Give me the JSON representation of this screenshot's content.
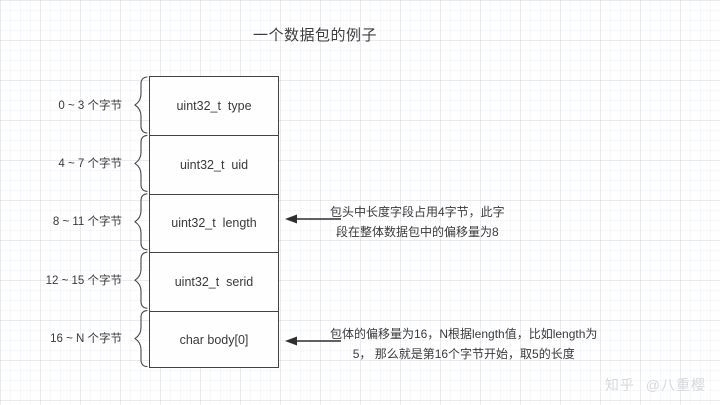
{
  "title": "一个数据包的例子",
  "packet": {
    "cells": [
      {
        "range_label": "0 ~ 3 个字节",
        "field": "uint32_t  type"
      },
      {
        "range_label": "4 ~ 7 个字节",
        "field": "uint32_t  uid"
      },
      {
        "range_label": "8 ~ 11 个字节",
        "field": "uint32_t  length"
      },
      {
        "range_label": "12 ~ 15 个字节",
        "field": "uint32_t  serid"
      },
      {
        "range_label": "16 ~ N 个字节",
        "field": "char body[0]"
      }
    ]
  },
  "annotations": {
    "length": {
      "line1": "包头中长度字段占用4字节，此字",
      "line2": "段在整体数据包中的偏移量为8"
    },
    "body": {
      "line1": "包体的偏移量为16，N根据length值，比如length为",
      "line2": "5， 那么就是第16个字节开始，取5的长度"
    }
  },
  "watermark": {
    "site": "知乎",
    "handle": "@八重樱"
  },
  "colors": {
    "stroke": "#434343",
    "text": "#3a3a3a",
    "grid": "#c8cdd6",
    "watermark": "#d6d8dc",
    "background": "#ffffff"
  }
}
